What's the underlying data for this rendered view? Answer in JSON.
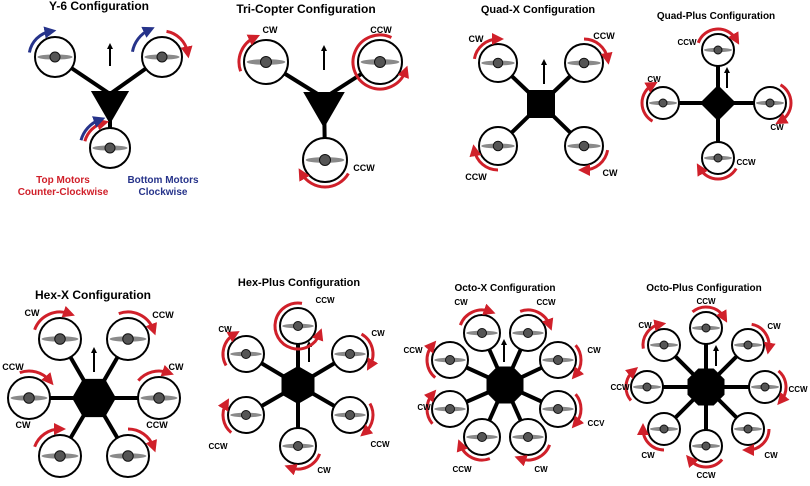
{
  "colors": {
    "ccw_arrow": "#d0202a",
    "cw_arrow_y6": "#26338a",
    "frame": "#000000",
    "prop": "#8a8a8a"
  },
  "panels": {
    "y6": {
      "title": "Y-6 Configuration",
      "legend_top_line1": "Top Motors",
      "legend_top_line2": "Counter-Clockwise",
      "legend_bottom_line1": "Bottom Motors",
      "legend_bottom_line2": "Clockwise"
    },
    "tri": {
      "title": "Tri-Copter Configuration",
      "labels": [
        "CW",
        "CCW",
        "CCW"
      ]
    },
    "quadx": {
      "title": "Quad-X Configuration",
      "labels": [
        "CW",
        "CCW",
        "CCW",
        "CW"
      ]
    },
    "quadplus": {
      "title": "Quad-Plus Configuration",
      "labels": [
        "CCW",
        "CW",
        "CW",
        "CCW"
      ]
    },
    "hexx": {
      "title": "Hex-X Configuration",
      "labels": [
        "CW",
        "CCW",
        "CCW",
        "CW",
        "CW",
        "CCW"
      ]
    },
    "hexplus": {
      "title": "Hex-Plus Configuration",
      "labels": [
        "CCW",
        "CW",
        "CW",
        "CCW",
        "CCW",
        "CW"
      ]
    },
    "octox": {
      "title": "Octo-X Configuration",
      "labels": [
        "CW",
        "CCW",
        "CCW",
        "CW",
        "CW",
        "CCV",
        "CCW",
        "CW"
      ]
    },
    "octoplus": {
      "title": "Octo-Plus Configuration",
      "labels": [
        "CCW",
        "CW",
        "CW",
        "CCW",
        "CCW",
        "CW",
        "CW",
        "CCW"
      ]
    }
  }
}
